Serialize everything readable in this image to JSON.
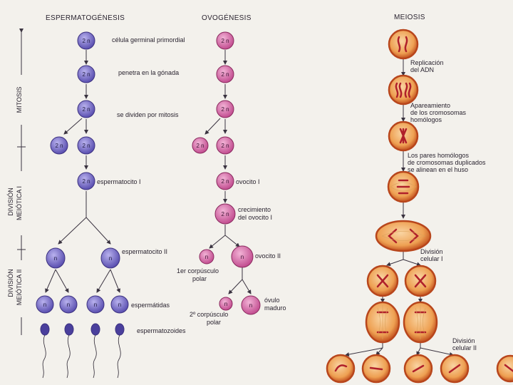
{
  "headers": {
    "sperm": "ESPERMATOGÉNESIS",
    "ovo": "OVOGÉNESIS",
    "meiosis": "MEIOSIS"
  },
  "side_labels": {
    "mitosis": "MITOSIS",
    "div1_line1": "DIVISIÓN",
    "div1_line2": "MEIÓTICA I",
    "div2_line1": "DIVISIÓN",
    "div2_line2": "MEIÓTICA II"
  },
  "cell_labels": {
    "diploid": "2 n",
    "haploid": "n"
  },
  "sperm_labels": {
    "primordial": "célula germinal primordial",
    "penetra": "penetra en la gónada",
    "mitosis": "se dividen por mitosis",
    "esp1": "espermatocito I",
    "esp2": "espermatocito II",
    "espermatidas": "espermátidas",
    "espermatozoides": "espermatozoides"
  },
  "ovo_labels": {
    "ovocito1": "ovocito I",
    "crec_line1": "crecimiento",
    "crec_line2": "del ovocito I",
    "ovocito2": "ovocito II",
    "polar1_line1": "1er corpúsculo",
    "polar1_line2": "polar",
    "ovulo_line1": "óvulo",
    "ovulo_line2": "maduro",
    "polar2_line1": "2º corpúsculo",
    "polar2_line2": "polar"
  },
  "meiosis_labels": {
    "replicacion_line1": "Replicación",
    "replicacion_line2": "del ADN",
    "apareamiento_line1": "Apareamiento",
    "apareamiento_line2": "de los cromosomas",
    "apareamiento_line3": "homólogos",
    "pares_line1": "Los pares homólogos",
    "pares_line2": "de cromosomas duplicados",
    "pares_line3": "se alinean en el huso",
    "div1_line1": "División",
    "div1_line2": "celular I",
    "div2_line1": "División",
    "div2_line2": "celular II"
  },
  "colors": {
    "sperm_cell": "#7d72c9",
    "ovo_cell": "#d870a8",
    "meiosis_cell": "#e89a4a",
    "meiosis_rim": "#b8461c",
    "chromosome": "#b0202a",
    "arrow": "#3a3340"
  }
}
